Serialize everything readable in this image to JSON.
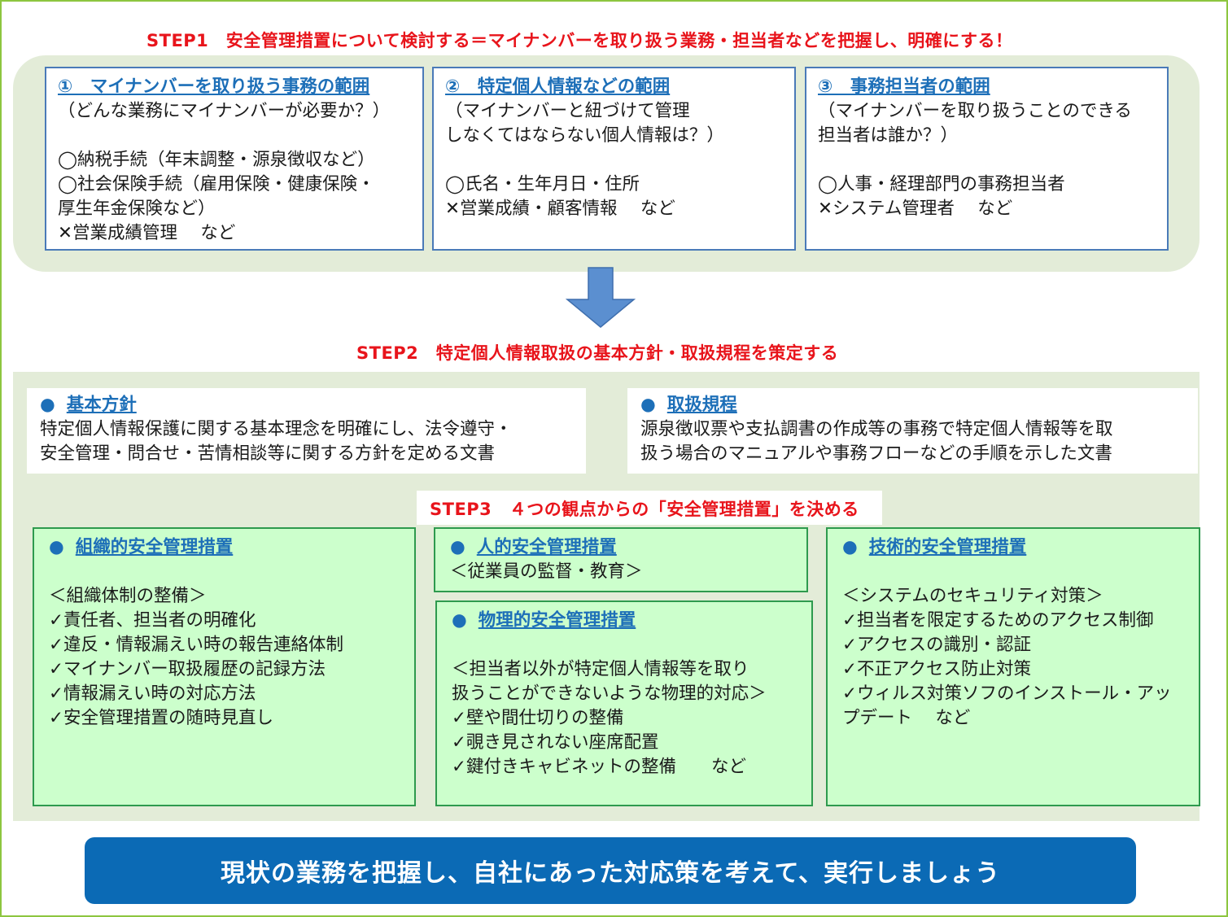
{
  "step1": {
    "title": "STEP1　安全管理措置について検討する＝マイナンバーを取り扱う業務・担当者などを把握し、明確にする！",
    "boxes": [
      {
        "title": "①　マイナンバーを取り扱う事務の範囲",
        "lines": [
          "（どんな業務にマイナンバーが必要か？）",
          "",
          "◯納税手続（年末調整・源泉徴収など）",
          "◯社会保険手続（雇用保険・健康保険・",
          "厚生年金保険など）",
          "✕営業成績管理　 など"
        ]
      },
      {
        "title": "②　特定個人情報などの範囲",
        "lines": [
          "（マイナンバーと紐づけて管理",
          "しなくてはならない個人情報は？）",
          "",
          "◯氏名・生年月日・住所",
          "✕営業成績・顧客情報　 など"
        ]
      },
      {
        "title": "③　事務担当者の範囲",
        "lines": [
          "（マイナンバーを取り扱うことのできる",
          "担当者は誰か？）",
          "",
          "◯人事・経理部門の事務担当者",
          "✕システム管理者　 など"
        ]
      }
    ]
  },
  "step2": {
    "title": "STEP2　特定個人情報取扱の基本方針・取扱規程を策定する",
    "boxes": [
      {
        "bullet": "●",
        "title": "基本方針",
        "lines": [
          "特定個人情報保護に関する基本理念を明確にし、法令遵守・",
          "安全管理・問合せ・苦情相談等に関する方針を定める文書"
        ]
      },
      {
        "bullet": "●",
        "title": "取扱規程",
        "lines": [
          "源泉徴収票や支払調書の作成等の事務で特定個人情報等を取",
          "扱う場合のマニュアルや事務フローなどの手順を示した文書"
        ]
      }
    ]
  },
  "step3": {
    "title": "STEP3　４つの観点からの「安全管理措置」を決める",
    "boxes": [
      {
        "bullet": "●",
        "title": "組織的安全管理措置",
        "lines": [
          "",
          "＜組織体制の整備＞",
          "✓責任者、担当者の明確化",
          "✓違反・情報漏えい時の報告連絡体制",
          "✓マイナンバー取扱履歴の記録方法",
          "✓情報漏えい時の対応方法",
          "✓安全管理措置の随時見直し"
        ]
      },
      {
        "bullet": "●",
        "title": "人的安全管理措置",
        "lines": [
          "＜従業員の監督・教育＞"
        ]
      },
      {
        "bullet": "●",
        "title": "物理的安全管理措置",
        "lines": [
          "",
          "＜担当者以外が特定個人情報等を取り",
          "扱うことができないような物理的対応＞",
          "✓壁や間仕切りの整備",
          "✓覗き見されない座席配置",
          "✓鍵付きキャビネットの整備　　など"
        ]
      },
      {
        "bullet": "●",
        "title": "技術的安全管理措置",
        "lines": [
          "",
          "＜システムのセキュリティ対策＞",
          "✓担当者を限定するためのアクセス制御",
          "✓アクセスの識別・認証",
          "✓不正アクセス防止対策",
          "✓ウィルス対策ソフのインストール・アッ",
          "プデート　 など"
        ]
      }
    ]
  },
  "footer": {
    "text": "現状の業務を把握し、自社にあった対応策を考えて、実行しましょう"
  },
  "colors": {
    "step_title": "#e8141b",
    "box_title": "#1d6fb8",
    "box_border": "#4a7ab8",
    "panel_bg": "#e3ecd8",
    "green_box_bg": "#ccffcc",
    "green_box_border": "#2e9a4e",
    "footer_bg": "#0b6ab5",
    "arrow": "#5b8fd0"
  },
  "icons": {
    "down_arrow": "down-arrow-icon"
  }
}
